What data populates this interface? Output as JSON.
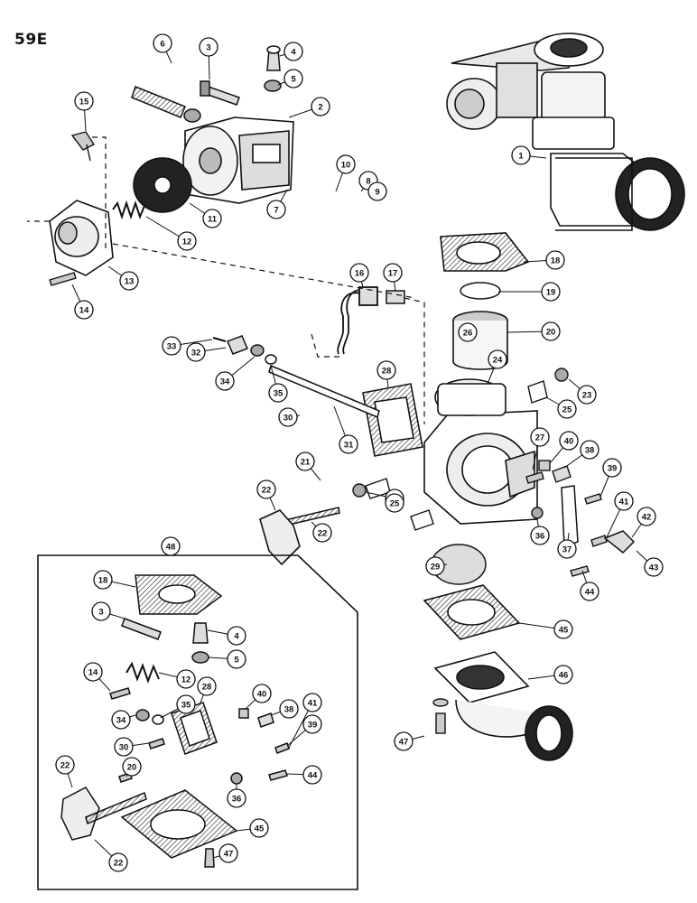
{
  "page_code": "59E",
  "kit_label": "48",
  "callouts": [
    "1",
    "2",
    "3",
    "4",
    "5",
    "6",
    "7",
    "8",
    "9",
    "10",
    "11",
    "12",
    "13",
    "14",
    "15",
    "16",
    "17",
    "18",
    "19",
    "20",
    "21",
    "22",
    "22",
    "23",
    "23",
    "24",
    "25",
    "25",
    "26",
    "27",
    "28",
    "29",
    "30",
    "31",
    "32",
    "33",
    "34",
    "35",
    "36",
    "37",
    "38",
    "39",
    "40",
    "41",
    "42",
    "43",
    "44",
    "45",
    "46",
    "47"
  ],
  "kit_callouts": [
    "18",
    "3",
    "4",
    "5",
    "12",
    "14",
    "28",
    "35",
    "34",
    "40",
    "38",
    "41",
    "39",
    "30",
    "20",
    "22",
    "22",
    "36",
    "44",
    "45",
    "47"
  ]
}
